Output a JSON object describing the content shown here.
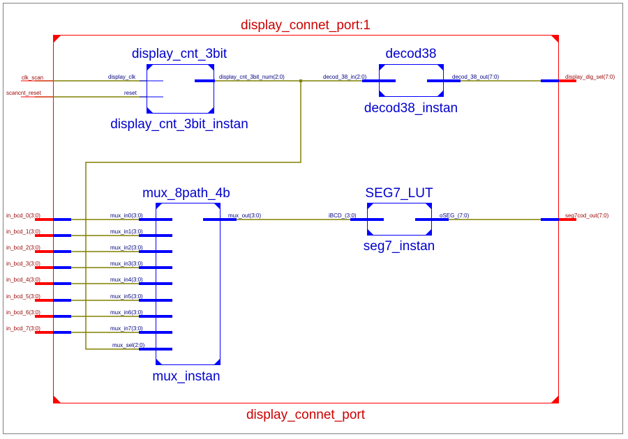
{
  "top": {
    "title": "display_connet_port:1",
    "footer": "display_connet_port"
  },
  "top_ports": {
    "in": [
      "clk_scan",
      "scancnt_reset",
      "in_bcd_0(3:0)",
      "in_bcd_1(3:0)",
      "in_bcd_2(3:0)",
      "in_bcd_3(3:0)",
      "in_bcd_4(3:0)",
      "in_bcd_5(3:0)",
      "in_bcd_6(3:0)",
      "in_bcd_7(3:0)"
    ],
    "out": [
      "display_dig_sel(7:0)",
      "seg7cod_out(7:0)"
    ]
  },
  "blocks": {
    "cnt": {
      "module": "display_cnt_3bit",
      "instance": "display_cnt_3bit_instan",
      "pins_in": [
        "display_clk",
        "reset"
      ],
      "pin_out": "display_cnt_3bit_num(2:0)"
    },
    "dec": {
      "module": "decod38",
      "instance": "decod38_instan",
      "pin_in": "decod_38_in(2:0)",
      "pin_out": "decod_38_out(7:0)"
    },
    "mux": {
      "module": "mux_8path_4b",
      "instance": "mux_instan",
      "pins_in": [
        "mux_in0(3:0)",
        "mux_in1(3:0)",
        "mux_in2(3:0)",
        "mux_in3(3:0)",
        "mux_in4(3:0)",
        "mux_in5(3:0)",
        "mux_in6(3:0)",
        "mux_in7(3:0)",
        "mux_sel(2:0)"
      ],
      "pin_out": "mux_out(3:0)"
    },
    "seg": {
      "module": "SEG7_LUT",
      "instance": "seg7_instan",
      "pin_in": "iBCD_(3:0)",
      "pin_out": "oSEG_(7:0)"
    }
  },
  "colors": {
    "frame": "#ff0000",
    "block": "#0000ff",
    "wire": "#808000",
    "port_pin": "#ff0000",
    "text_blue": "#0000cc",
    "text_red": "#cc0000"
  }
}
